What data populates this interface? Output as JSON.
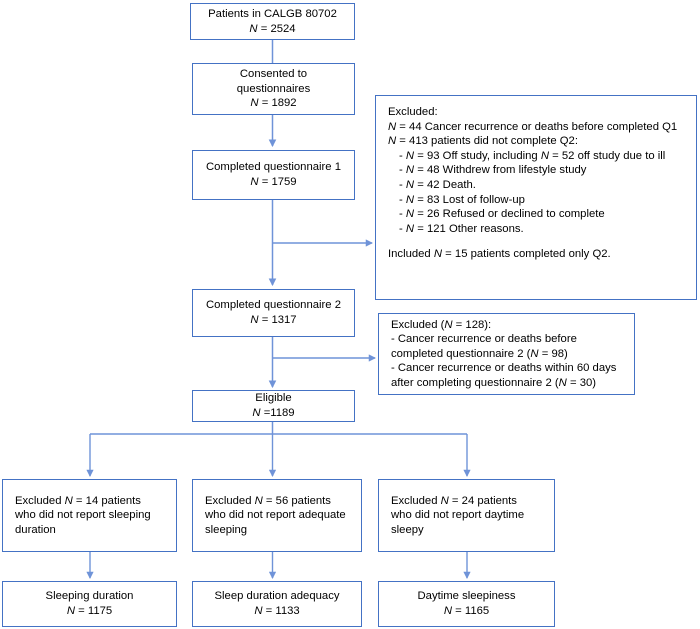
{
  "diagram": {
    "title": "CONSORT-style participant flow diagram",
    "colors": {
      "box_border": "#4472c4",
      "connector": "#4472c4",
      "connector_light": "#8faadc",
      "text": "#000000",
      "background": "#ffffff"
    }
  },
  "nodes": {
    "enrolled": {
      "line1": "Patients in CALGB 80702",
      "n_label": "N",
      "n_eq": " = 2524"
    },
    "consented": {
      "line1": "Consented to",
      "line2": "questionnaires",
      "n_label": "N",
      "n_eq": " = 1892"
    },
    "q1": {
      "line1": "Completed questionnaire 1",
      "n_label": "N",
      "n_eq": " = 1759"
    },
    "q2": {
      "line1": "Completed questionnaire 2",
      "n_label": "N",
      "n_eq": " = 1317"
    },
    "eligible": {
      "line1": "Eligible",
      "n_label": "N",
      "n_eq": " =1189"
    }
  },
  "excluded_q2": {
    "heading": "Excluded:",
    "row1": {
      "n": "N",
      "text": " = 44 Cancer recurrence or deaths before completed Q1"
    },
    "row2": {
      "n": "N",
      "text": " = 413 patients did not complete Q2:"
    },
    "bullets": [
      {
        "dash": "- ",
        "n": "N",
        "text": " = 93 Off study, including ",
        "n2": "N",
        "text2": " = 52 off study due to ill"
      },
      {
        "dash": "- ",
        "n": "N",
        "text": " = 48 Withdrew from lifestyle study"
      },
      {
        "dash": "- ",
        "n": "N",
        "text": " = 42 Death."
      },
      {
        "dash": "- ",
        "n": "N",
        "text": " = 83 Lost of follow-up"
      },
      {
        "dash": "- ",
        "n": "N",
        "text": " = 26 Refused or declined to complete"
      },
      {
        "dash": "- ",
        "n": "N",
        "text": " = 121 Other reasons."
      }
    ],
    "footer_pre": "Included ",
    "footer_n": "N",
    "footer_post": " = 15 patients completed only Q2."
  },
  "excluded_eligible": {
    "heading_pre": "Excluded (",
    "heading_n": "N",
    "heading_post": " = 128):",
    "l1": "- Cancer recurrence or deaths before",
    "l2_pre": "completed questionnaire 2 (",
    "l2_n": "N",
    "l2_post": " = 98)",
    "l3": "- Cancer recurrence or deaths within 60 days",
    "l4_pre": "after completing questionnaire 2 (",
    "l4_n": "N",
    "l4_post": " = 30)"
  },
  "branches": [
    {
      "excluded": {
        "l1_pre": "Excluded ",
        "l1_n": "N",
        "l1_post": " = 14 patients",
        "l2": "who did not report sleeping",
        "l3": "duration"
      },
      "outcome": {
        "line1": "Sleeping duration",
        "n_label": "N",
        "n_eq": " = 1175"
      }
    },
    {
      "excluded": {
        "l1_pre": "Excluded ",
        "l1_n": "N",
        "l1_post": " = 56 patients",
        "l2": "who did not report adequate",
        "l3": "sleeping"
      },
      "outcome": {
        "line1": "Sleep duration adequacy",
        "n_label": "N",
        "n_eq": " = 1133"
      }
    },
    {
      "excluded": {
        "l1_pre": "Excluded ",
        "l1_n": "N",
        "l1_post": " = 24 patients",
        "l2": "who did not report daytime",
        "l3": "sleepy"
      },
      "outcome": {
        "line1": "Daytime sleepiness",
        "n_label": "N",
        "n_eq": " = 1165"
      }
    }
  ]
}
